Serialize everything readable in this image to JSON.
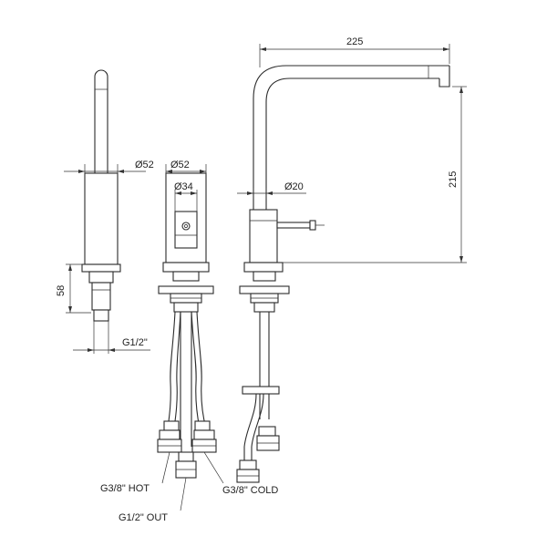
{
  "dimensions": {
    "left_base_diameter": "Ø52",
    "center_base_diameter": "Ø52",
    "center_inner_diameter": "Ø34",
    "lever_diameter": "Ø20",
    "spout_reach": "225",
    "spout_height": "215",
    "shank_height": "58",
    "shank_thread": "G1/2\""
  },
  "connections": {
    "hot": "G3/8\" HOT",
    "cold": "G3/8\" COLD",
    "out": "G1/2\" OUT"
  }
}
